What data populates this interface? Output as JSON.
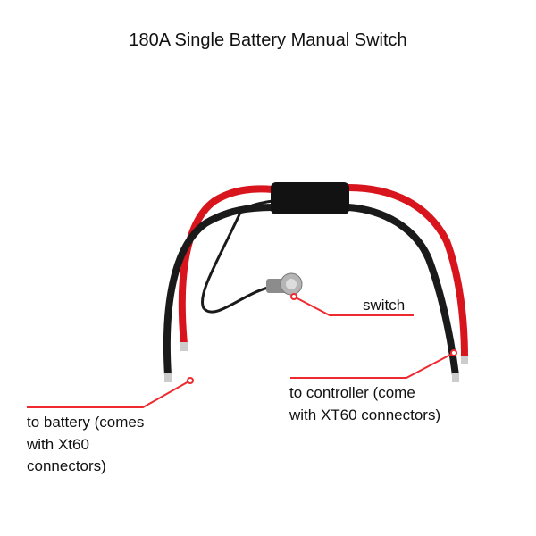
{
  "title": "180A Single Battery Manual Switch",
  "labels": {
    "switch": "switch",
    "controller": [
      "to controller (come",
      "with XT60 connectors)"
    ],
    "battery": [
      "to battery (comes",
      "with Xt60",
      "connectors)"
    ]
  },
  "colors": {
    "callout": "#ee2a2f",
    "red_wire": "#d8141c",
    "black_wire": "#1a1a1a"
  }
}
